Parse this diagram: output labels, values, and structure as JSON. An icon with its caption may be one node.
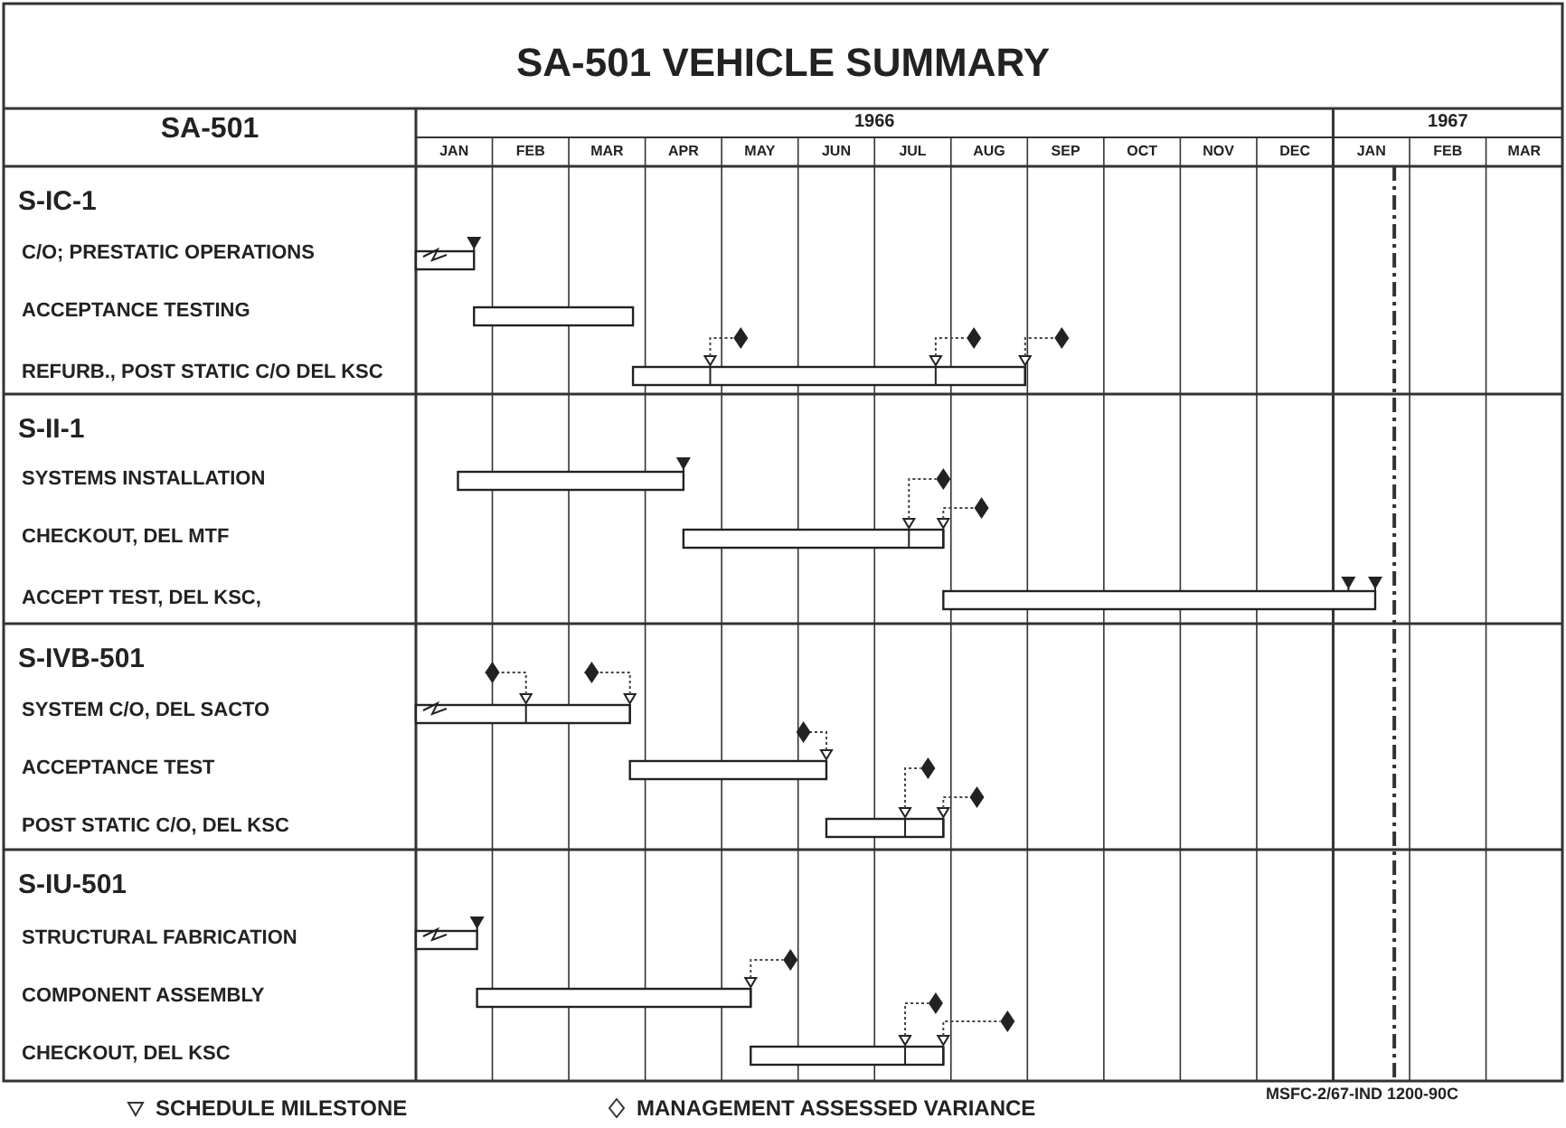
{
  "diagram": {
    "title": "SA-501 VEHICLE SUMMARY",
    "labels": [
      "SA-501",
      "1966",
      "JAN",
      "FEB",
      "MAR",
      "APR",
      "MAY",
      "JUN",
      "JUL",
      "AUG",
      "SEP",
      "OCT",
      "NOV",
      "DEC",
      "1967",
      "JAN",
      "FEB",
      "MAR",
      "S-IC-1",
      "C/O; PRESTATIC OPERATIONS",
      "ACCEPTANCE TESTING",
      "REFURB., POST STATIC C/O DEL KSC",
      "S-II-1",
      "SYSTEMS INSTALLATION",
      "CHECKOUT, DEL MTF",
      "ACCEPT TEST, DEL KSC,",
      "S-IVB-501",
      "SYSTEM C/O, DEL SACTO",
      "ACCEPTANCE TEST",
      "POST STATIC C/O, DEL KSC",
      "S-IU-501",
      "STRUCTURAL FABRICATION",
      "COMPONENT ASSEMBLY",
      "CHECKOUT, DEL KSC",
      "MSFC-2/67-IND 1200-90C"
    ],
    "legend": [
      {
        "text": "SCHEDULE MILESTONE"
      },
      {
        "text": "MANAGEMENT ASSESSED VARIANCE"
      }
    ]
  }
}
